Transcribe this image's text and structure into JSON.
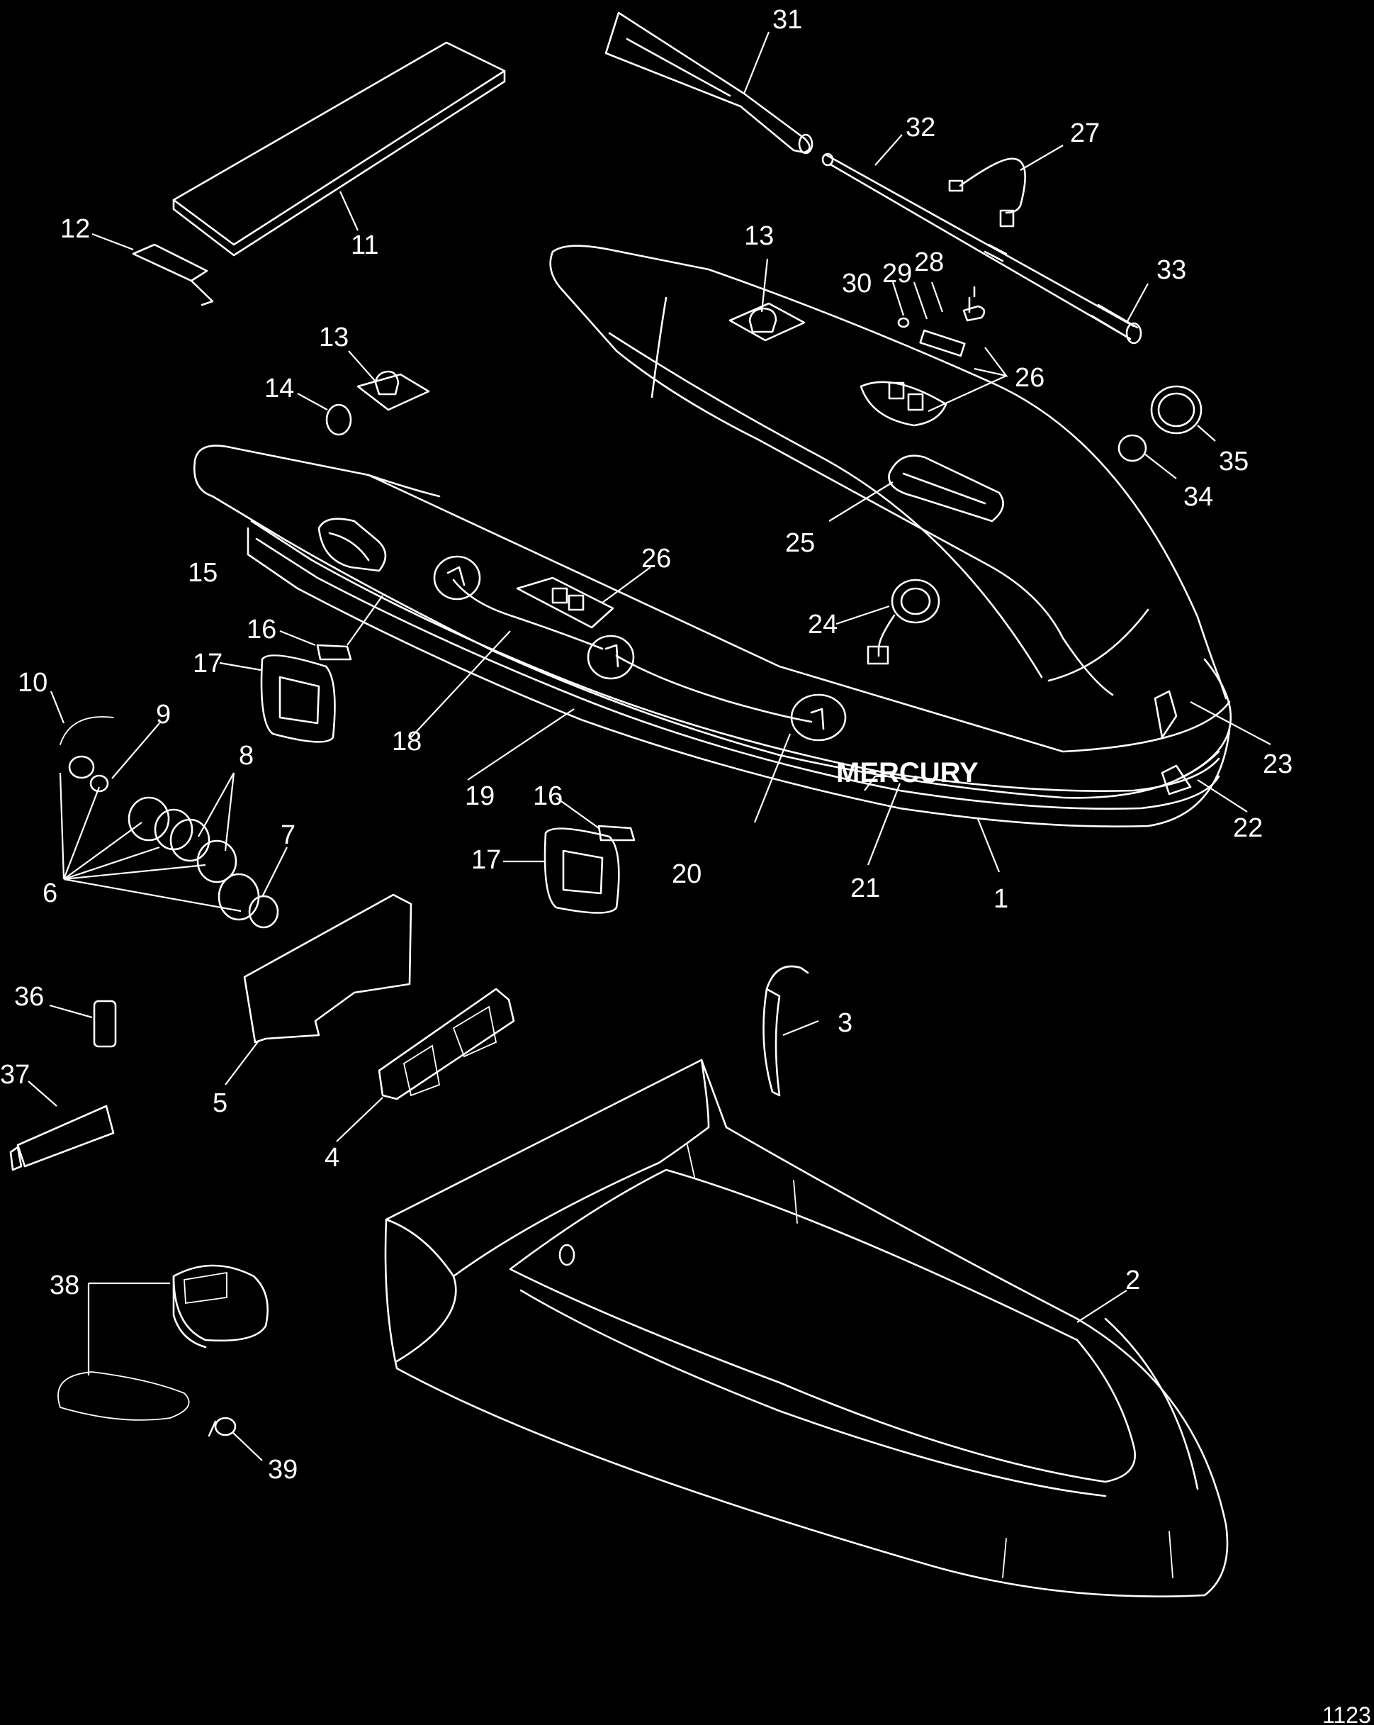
{
  "brand_text": "MERCURY",
  "figure_ref": "1123",
  "callouts": {
    "c1": "1",
    "c2": "2",
    "c3": "3",
    "c4": "4",
    "c5": "5",
    "c6": "6",
    "c7": "7",
    "c8": "8",
    "c9": "9",
    "c10": "10",
    "c11": "11",
    "c12": "12",
    "c13a": "13",
    "c13b": "13",
    "c14": "14",
    "c15": "15",
    "c16a": "16",
    "c16b": "16",
    "c17a": "17",
    "c17b": "17",
    "c18": "18",
    "c19": "19",
    "c20": "20",
    "c21": "21",
    "c22": "22",
    "c23": "23",
    "c24": "24",
    "c25": "25",
    "c26a": "26",
    "c26b": "26",
    "c27": "27",
    "c28": "28",
    "c29": "29",
    "c30": "30",
    "c31": "31",
    "c32": "32",
    "c33": "33",
    "c34": "34",
    "c35": "35",
    "c36": "36",
    "c37": "37",
    "c38": "38",
    "c39": "39"
  },
  "colors": {
    "background": "#000000",
    "line": "#ffffff"
  }
}
